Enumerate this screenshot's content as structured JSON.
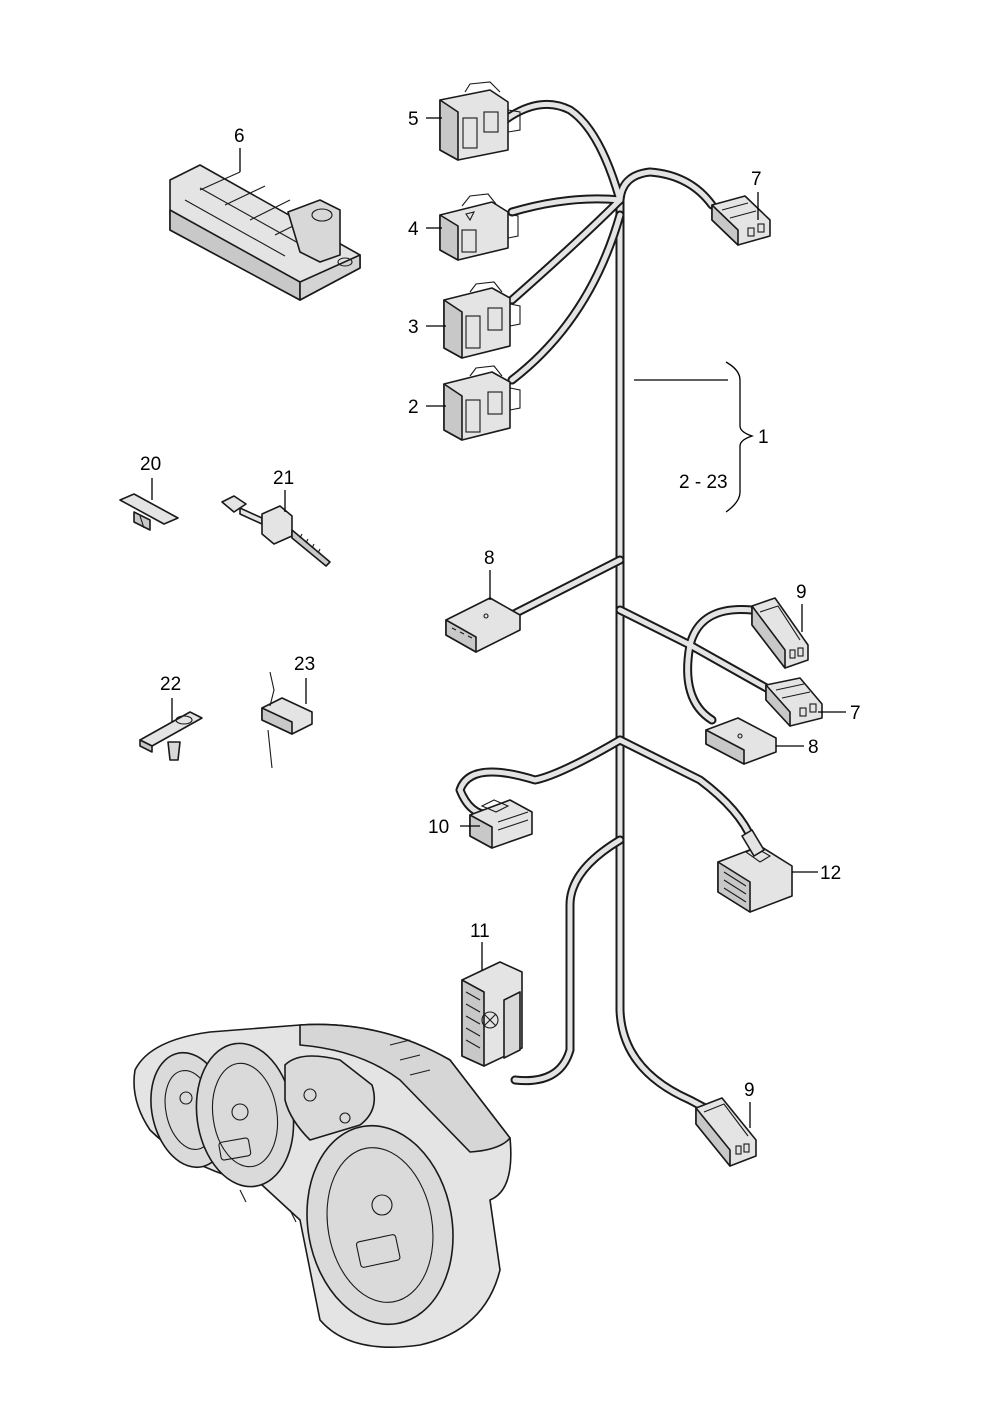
{
  "callouts": {
    "c1": "1",
    "c2": "2",
    "c3": "3",
    "c4": "4",
    "c5": "5",
    "c6": "6",
    "c7a": "7",
    "c7b": "7",
    "c8a": "8",
    "c8b": "8",
    "c9a": "9",
    "c9b": "9",
    "c10": "10",
    "c11": "11",
    "c12": "12",
    "c20": "20",
    "c21": "21",
    "c22": "22",
    "c23": "23",
    "range": "2 - 23"
  },
  "colors": {
    "line": "#1a1a1a",
    "part_fill": "#e4e4e4",
    "part_shade": "#c8c8c8",
    "background": "#ffffff"
  }
}
